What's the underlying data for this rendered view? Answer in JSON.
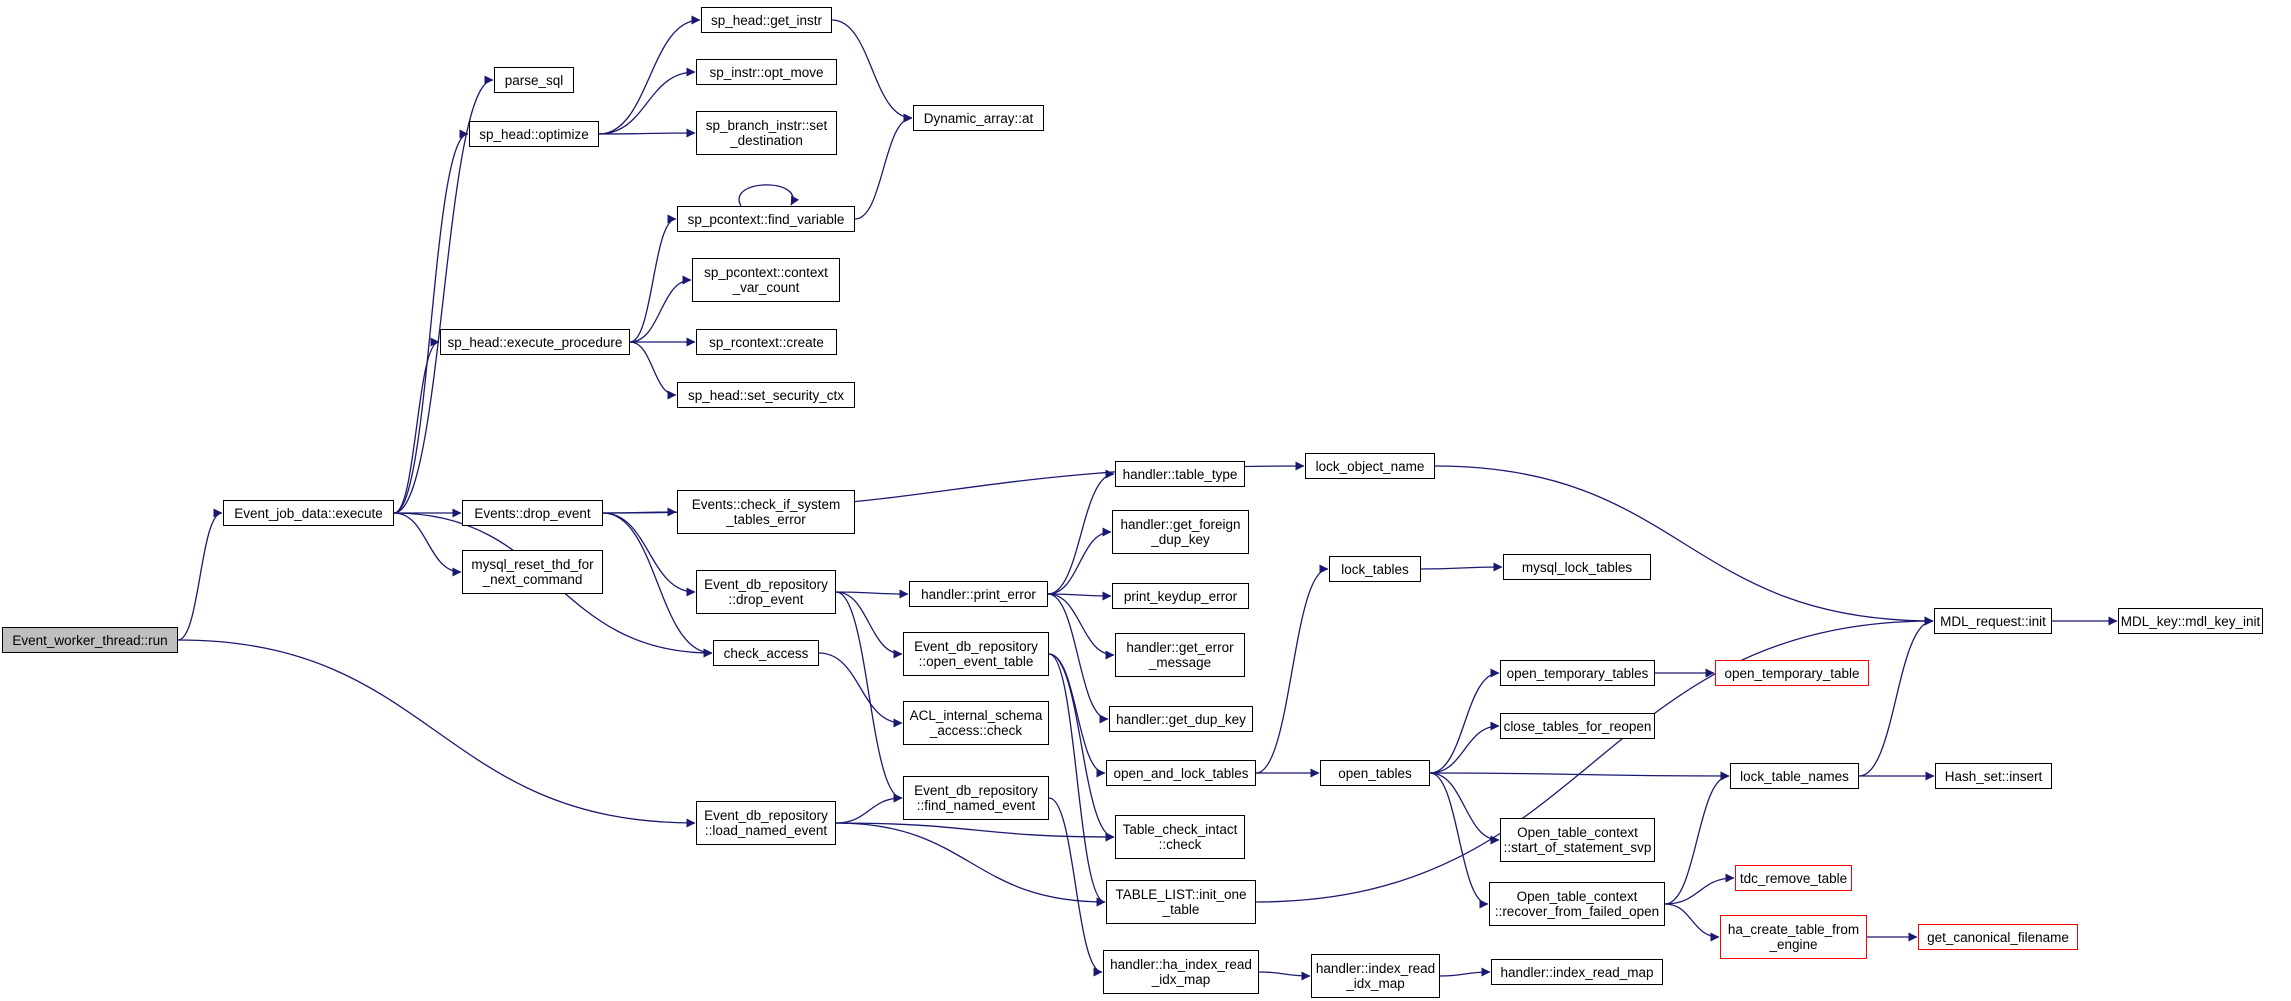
{
  "graph": {
    "kind": "call-graph",
    "colors": {
      "edge": "#191970",
      "node_border": "#000000",
      "node_fill": "#ffffff",
      "root_fill": "#bfbfbf",
      "truncated_border": "#ff0000"
    },
    "nodes": [
      {
        "id": "ewt_run",
        "label": "Event_worker_thread::run",
        "style": "root"
      },
      {
        "id": "ejd_execute",
        "label": "Event_job_data::execute",
        "style": "normal"
      },
      {
        "id": "edr_load",
        "label": "Event_db_repository\n::load_named_event",
        "style": "normal"
      },
      {
        "id": "parse_sql",
        "label": "parse_sql",
        "style": "normal"
      },
      {
        "id": "sph_optimize",
        "label": "sp_head::optimize",
        "style": "normal"
      },
      {
        "id": "sph_exec_proc",
        "label": "sp_head::execute_procedure",
        "style": "normal"
      },
      {
        "id": "events_drop",
        "label": "Events::drop_event",
        "style": "normal"
      },
      {
        "id": "mysql_reset",
        "label": "mysql_reset_thd_for\n_next_command",
        "style": "normal"
      },
      {
        "id": "check_access",
        "label": "check_access",
        "style": "normal"
      },
      {
        "id": "sph_get_instr",
        "label": "sp_head::get_instr",
        "style": "normal"
      },
      {
        "id": "spi_opt_move",
        "label": "sp_instr::opt_move",
        "style": "normal"
      },
      {
        "id": "spb_set_dest",
        "label": "sp_branch_instr::set\n_destination",
        "style": "normal"
      },
      {
        "id": "dyn_at",
        "label": "Dynamic_array::at",
        "style": "normal"
      },
      {
        "id": "spp_find_var",
        "label": "sp_pcontext::find_variable",
        "style": "normal"
      },
      {
        "id": "spp_ctx_var",
        "label": "sp_pcontext::context\n_var_count",
        "style": "normal"
      },
      {
        "id": "spr_create",
        "label": "sp_rcontext::create",
        "style": "normal"
      },
      {
        "id": "sph_sec_ctx",
        "label": "sp_head::set_security_ctx",
        "style": "normal"
      },
      {
        "id": "lock_object_name",
        "label": "lock_object_name",
        "style": "normal"
      },
      {
        "id": "events_check_sys",
        "label": "Events::check_if_system\n_tables_error",
        "style": "normal"
      },
      {
        "id": "edr_drop",
        "label": "Event_db_repository\n::drop_event",
        "style": "normal"
      },
      {
        "id": "h_print_error",
        "label": "handler::print_error",
        "style": "normal"
      },
      {
        "id": "h_table_type",
        "label": "handler::table_type",
        "style": "normal"
      },
      {
        "id": "h_foreign_dup",
        "label": "handler::get_foreign\n_dup_key",
        "style": "normal"
      },
      {
        "id": "print_keydup",
        "label": "print_keydup_error",
        "style": "normal"
      },
      {
        "id": "h_err_msg",
        "label": "handler::get_error\n_message",
        "style": "normal"
      },
      {
        "id": "h_dup_key",
        "label": "handler::get_dup_key",
        "style": "normal"
      },
      {
        "id": "edr_open_table",
        "label": "Event_db_repository\n::open_event_table",
        "style": "normal"
      },
      {
        "id": "acl_check",
        "label": "ACL_internal_schema\n_access::check",
        "style": "normal"
      },
      {
        "id": "edr_find",
        "label": "Event_db_repository\n::find_named_event",
        "style": "normal"
      },
      {
        "id": "open_and_lock",
        "label": "open_and_lock_tables",
        "style": "normal"
      },
      {
        "id": "tci_check",
        "label": "Table_check_intact\n::check",
        "style": "normal"
      },
      {
        "id": "tl_init",
        "label": "TABLE_LIST::init_one\n_table",
        "style": "normal"
      },
      {
        "id": "h_ha_idx",
        "label": "handler::ha_index_read\n_idx_map",
        "style": "normal"
      },
      {
        "id": "h_idx_read_idx",
        "label": "handler::index_read\n_idx_map",
        "style": "normal"
      },
      {
        "id": "h_idx_read_map",
        "label": "handler::index_read_map",
        "style": "normal"
      },
      {
        "id": "lock_tables",
        "label": "lock_tables",
        "style": "normal"
      },
      {
        "id": "mysql_lock_tables",
        "label": "mysql_lock_tables",
        "style": "normal"
      },
      {
        "id": "open_tables",
        "label": "open_tables",
        "style": "normal"
      },
      {
        "id": "open_temp_tables",
        "label": "open_temporary_tables",
        "style": "normal"
      },
      {
        "id": "open_temp_table",
        "label": "open_temporary_table",
        "style": "truncated"
      },
      {
        "id": "close_tables",
        "label": "close_tables_for_reopen",
        "style": "normal"
      },
      {
        "id": "otc_start",
        "label": "Open_table_context\n::start_of_statement_svp",
        "style": "normal"
      },
      {
        "id": "otc_recover",
        "label": "Open_table_context\n::recover_from_failed_open",
        "style": "normal"
      },
      {
        "id": "lock_table_names",
        "label": "lock_table_names",
        "style": "normal"
      },
      {
        "id": "mdl_req_init",
        "label": "MDL_request::init",
        "style": "normal"
      },
      {
        "id": "mdl_key_init",
        "label": "MDL_key::mdl_key_init",
        "style": "normal"
      },
      {
        "id": "hash_insert",
        "label": "Hash_set::insert",
        "style": "normal"
      },
      {
        "id": "tdc_remove",
        "label": "tdc_remove_table",
        "style": "truncated"
      },
      {
        "id": "ha_create",
        "label": "ha_create_table_from\n_engine",
        "style": "truncated"
      },
      {
        "id": "get_canon",
        "label": "get_canonical_filename",
        "style": "truncated"
      }
    ],
    "edges": [
      [
        "ewt_run",
        "ejd_execute"
      ],
      [
        "ewt_run",
        "edr_load"
      ],
      [
        "ejd_execute",
        "parse_sql"
      ],
      [
        "ejd_execute",
        "sph_optimize"
      ],
      [
        "ejd_execute",
        "sph_exec_proc"
      ],
      [
        "ejd_execute",
        "events_drop"
      ],
      [
        "ejd_execute",
        "mysql_reset"
      ],
      [
        "ejd_execute",
        "check_access"
      ],
      [
        "sph_optimize",
        "sph_get_instr"
      ],
      [
        "sph_optimize",
        "spi_opt_move"
      ],
      [
        "sph_optimize",
        "spb_set_dest"
      ],
      [
        "sph_get_instr",
        "dyn_at"
      ],
      [
        "sph_exec_proc",
        "spp_find_var"
      ],
      [
        "sph_exec_proc",
        "spp_ctx_var"
      ],
      [
        "sph_exec_proc",
        "spr_create"
      ],
      [
        "sph_exec_proc",
        "sph_sec_ctx"
      ],
      [
        "spp_find_var",
        "dyn_at"
      ],
      [
        "spp_find_var",
        "spp_find_var"
      ],
      [
        "events_drop",
        "lock_object_name"
      ],
      [
        "events_drop",
        "events_check_sys"
      ],
      [
        "events_drop",
        "edr_drop"
      ],
      [
        "events_drop",
        "check_access"
      ],
      [
        "edr_drop",
        "h_print_error"
      ],
      [
        "edr_drop",
        "edr_open_table"
      ],
      [
        "edr_drop",
        "edr_find"
      ],
      [
        "h_print_error",
        "h_table_type"
      ],
      [
        "h_print_error",
        "h_foreign_dup"
      ],
      [
        "h_print_error",
        "print_keydup"
      ],
      [
        "h_print_error",
        "h_err_msg"
      ],
      [
        "h_print_error",
        "h_dup_key"
      ],
      [
        "check_access",
        "acl_check"
      ],
      [
        "edr_open_table",
        "open_and_lock"
      ],
      [
        "edr_open_table",
        "tci_check"
      ],
      [
        "edr_open_table",
        "tl_init"
      ],
      [
        "edr_load",
        "edr_find"
      ],
      [
        "edr_load",
        "tci_check"
      ],
      [
        "edr_load",
        "tl_init"
      ],
      [
        "edr_find",
        "h_ha_idx"
      ],
      [
        "h_ha_idx",
        "h_idx_read_idx"
      ],
      [
        "h_idx_read_idx",
        "h_idx_read_map"
      ],
      [
        "open_and_lock",
        "lock_tables"
      ],
      [
        "open_and_lock",
        "open_tables"
      ],
      [
        "lock_tables",
        "mysql_lock_tables"
      ],
      [
        "open_tables",
        "open_temp_tables"
      ],
      [
        "open_tables",
        "close_tables"
      ],
      [
        "open_tables",
        "lock_table_names"
      ],
      [
        "open_tables",
        "otc_start"
      ],
      [
        "open_tables",
        "otc_recover"
      ],
      [
        "open_temp_tables",
        "open_temp_table"
      ],
      [
        "otc_recover",
        "lock_table_names"
      ],
      [
        "otc_recover",
        "tdc_remove"
      ],
      [
        "otc_recover",
        "ha_create"
      ],
      [
        "ha_create",
        "get_canon"
      ],
      [
        "lock_table_names",
        "mdl_req_init"
      ],
      [
        "lock_table_names",
        "hash_insert"
      ],
      [
        "lock_object_name",
        "mdl_req_init"
      ],
      [
        "tl_init",
        "mdl_req_init"
      ],
      [
        "mdl_req_init",
        "mdl_key_init"
      ]
    ]
  }
}
